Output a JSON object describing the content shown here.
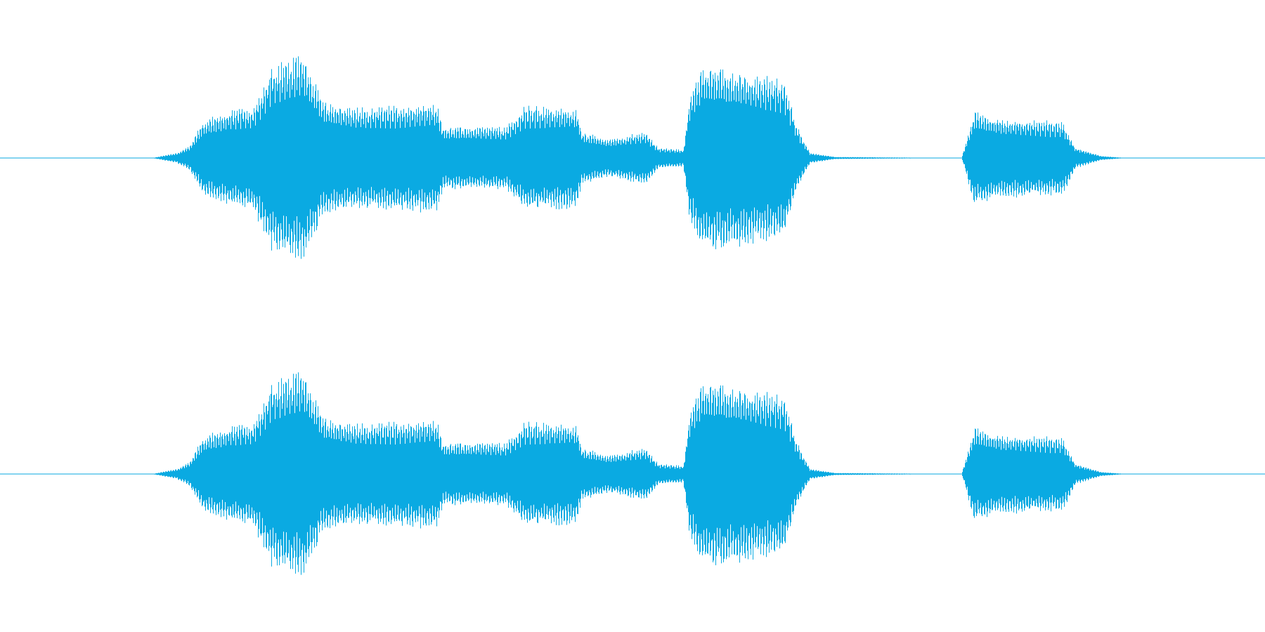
{
  "waveform": {
    "color": "#0aaae2",
    "background": "#ffffff",
    "channels": [
      {
        "name": "",
        "segments": []
      },
      {
        "name": "",
        "segments": []
      }
    ],
    "envelope": [
      [
        0.0,
        0.0
      ],
      [
        0.12,
        0.0
      ],
      [
        0.14,
        0.05
      ],
      [
        0.15,
        0.12
      ],
      [
        0.16,
        0.35
      ],
      [
        0.18,
        0.45
      ],
      [
        0.2,
        0.5
      ],
      [
        0.215,
        0.9
      ],
      [
        0.24,
        1.0
      ],
      [
        0.255,
        0.55
      ],
      [
        0.28,
        0.48
      ],
      [
        0.31,
        0.5
      ],
      [
        0.345,
        0.52
      ],
      [
        0.35,
        0.3
      ],
      [
        0.37,
        0.3
      ],
      [
        0.4,
        0.3
      ],
      [
        0.415,
        0.5
      ],
      [
        0.455,
        0.48
      ],
      [
        0.46,
        0.25
      ],
      [
        0.48,
        0.18
      ],
      [
        0.51,
        0.25
      ],
      [
        0.52,
        0.1
      ],
      [
        0.54,
        0.08
      ],
      [
        0.545,
        0.6
      ],
      [
        0.555,
        0.9
      ],
      [
        0.58,
        0.85
      ],
      [
        0.62,
        0.75
      ],
      [
        0.63,
        0.3
      ],
      [
        0.64,
        0.05
      ],
      [
        0.66,
        0.01
      ],
      [
        0.76,
        0.0
      ],
      [
        0.77,
        0.45
      ],
      [
        0.79,
        0.38
      ],
      [
        0.84,
        0.35
      ],
      [
        0.85,
        0.1
      ],
      [
        0.87,
        0.02
      ],
      [
        0.89,
        0.0
      ],
      [
        1.0,
        0.0
      ]
    ]
  }
}
